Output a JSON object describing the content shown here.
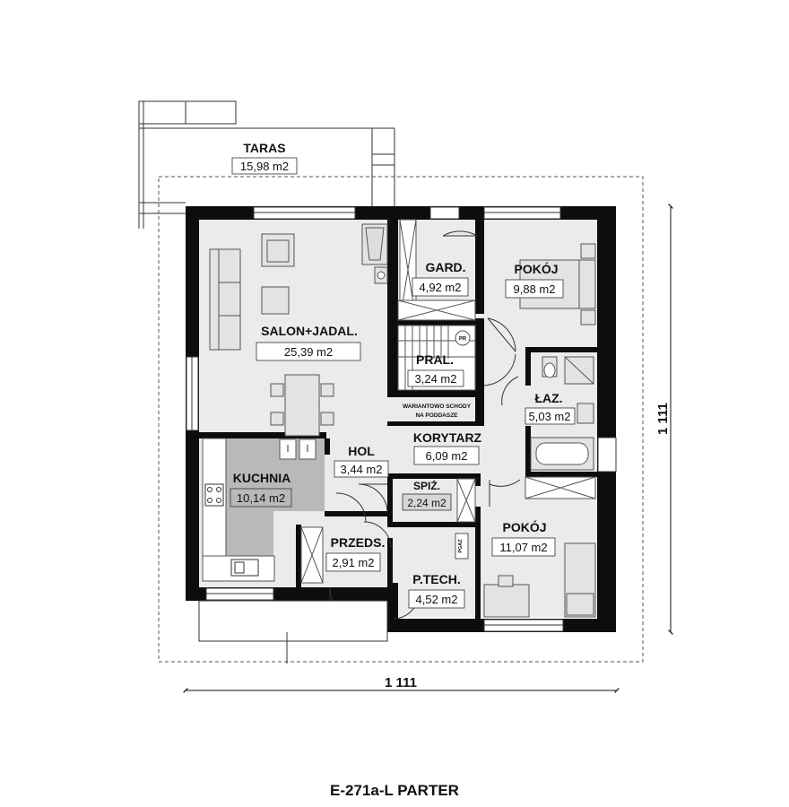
{
  "rooms": {
    "taras": {
      "name": "TARAS",
      "area": "15,98 m2"
    },
    "salon": {
      "name": "SALON+JADAL.",
      "area": "25,39 m2"
    },
    "gard": {
      "name": "GARD.",
      "area": "4,92 m2"
    },
    "pokoj1": {
      "name": "POKÓJ",
      "area": "9,88 m2"
    },
    "pral": {
      "name": "PRAL.",
      "area": "3,24 m2"
    },
    "laz": {
      "name": "ŁAZ.",
      "area": "5,03 m2"
    },
    "korytarz": {
      "name": "KORYTARZ",
      "area": "6,09 m2"
    },
    "hol": {
      "name": "HOL",
      "area": "3,44 m2"
    },
    "kuchnia": {
      "name": "KUCHNIA",
      "area": "10,14 m2"
    },
    "spiz": {
      "name": "SPIŻ.",
      "area": "2,24 m2"
    },
    "pokoj2": {
      "name": "POKÓJ",
      "area": "11,07 m2"
    },
    "przeds": {
      "name": "PRZEDS.",
      "area": "2,91 m2"
    },
    "ptech": {
      "name": "P.TECH.",
      "area": "4,52 m2"
    }
  },
  "notes": {
    "stairs_line1": "WARIANTOWO SCHODY",
    "stairs_line2": "NA PODDASZE",
    "pr": "PR",
    "pgaz": "PGAZ"
  },
  "dimensions": {
    "horizontal": "1 111",
    "vertical": "1 111"
  },
  "title": "E-271a-L PARTER",
  "colors": {
    "wall": "#0d0d0d",
    "floor": "#ebebeb",
    "kitchen_highlight": "#b9b9b9"
  }
}
